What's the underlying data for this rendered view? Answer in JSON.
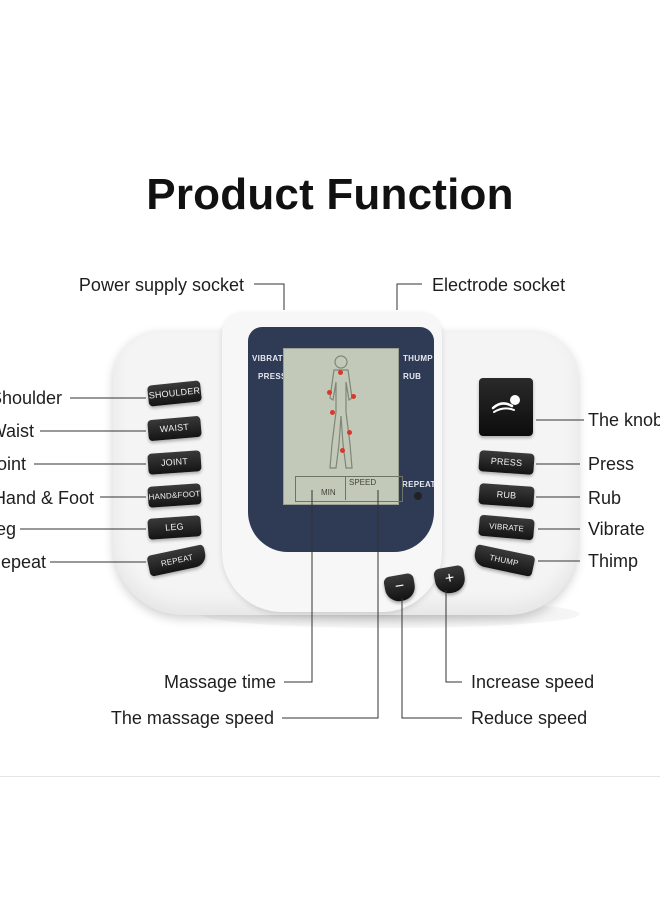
{
  "title": "Product Function",
  "callouts": {
    "power_supply_socket": "Power supply socket",
    "electrode_socket": "Electrode socket",
    "shoulder": "Shoulder",
    "waist": "Waist",
    "joint": "Joint",
    "hand_foot": "Hand & Foot",
    "leg": "Leg",
    "repeat": "Repeat",
    "knob": "The knob",
    "press": "Press",
    "rub": "Rub",
    "vibrate": "Vibrate",
    "thump": "Thimp",
    "massage_time": "Massage time",
    "massage_speed": "The massage speed",
    "increase_speed": "Increase speed",
    "reduce_speed": "Reduce speed"
  },
  "device": {
    "panel": {
      "vibrate": "VIBRATE",
      "press": "PRESS",
      "thump": "THUMP",
      "rub": "RUB",
      "repeat": "REPEAT"
    },
    "lcd": {
      "speed": "SPEED",
      "min": "MIN"
    },
    "left_buttons": [
      "SHOULDER",
      "WAIST",
      "JOINT",
      "HAND&FOOT",
      "LEG",
      "REPEAT"
    ],
    "right_buttons": [
      "PRESS",
      "RUB",
      "VIBRATE",
      "THUMP"
    ],
    "minus": "−",
    "plus": "+"
  },
  "colors": {
    "panel": "#2f3a55",
    "lcd": "#c3c9b9",
    "button": "#1e1e1e",
    "body": "#f4f4f4"
  }
}
